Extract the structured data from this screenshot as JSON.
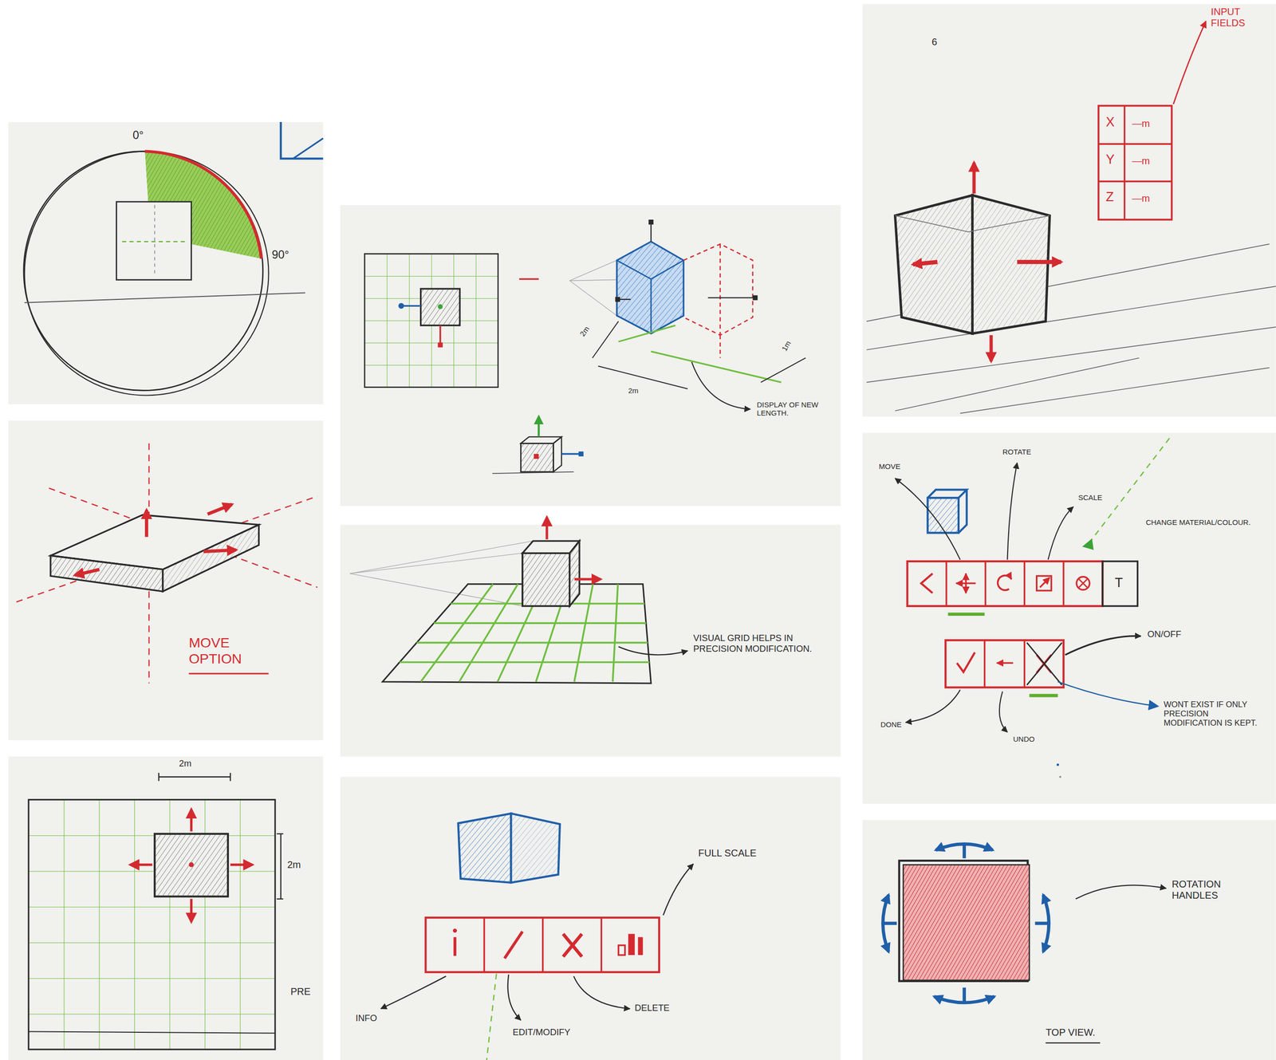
{
  "diagram": {
    "labels": [
      "0°",
      "90°",
      "6",
      "INPUT FIELDS",
      "X",
      "—m",
      "Y",
      "—m",
      "Z",
      "—m",
      "2m",
      "2m",
      "1m",
      "DISPLAY OF NEW LENGTH.",
      "MOVE OPTION",
      "VISUAL GRID HELPS IN PRECISION MODIFICATION.",
      "MOVE",
      "ROTATE",
      "SCALE",
      "CHANGE MATERIAL/COLOUR.",
      "T",
      "ON/OFF",
      "DONE",
      "UNDO",
      "WONT EXIST IF ONLY PRECISION MODIFICATION IS KEPT.",
      "2m",
      "2m",
      "PRE",
      "FULL SCALE",
      "INFO",
      "EDIT/MODIFY",
      "DELETE",
      "ROTATION HANDLES",
      "TOP VIEW."
    ]
  }
}
